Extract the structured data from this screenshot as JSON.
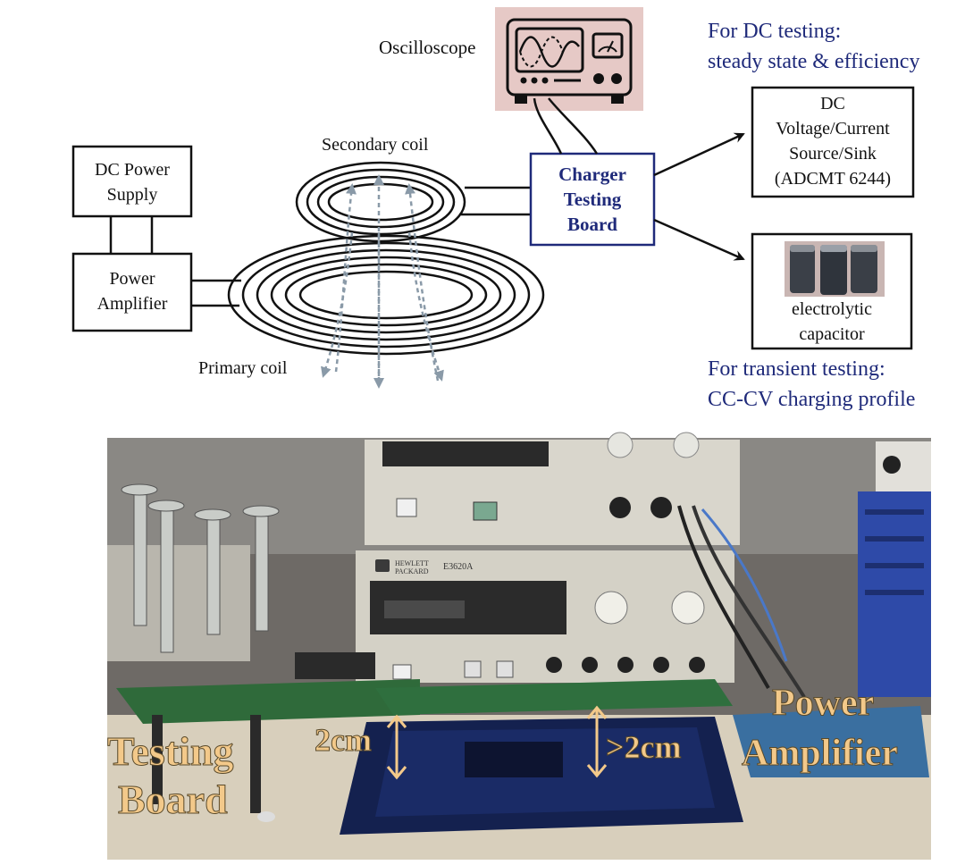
{
  "diagram": {
    "oscilloscope_label": "Oscilloscope",
    "dc_testing_line1": "For DC testing:",
    "dc_testing_line2": "steady state & efficiency",
    "dc_source_lines": [
      "DC",
      "Voltage/Current",
      "Source/Sink",
      "(ADCMT 6244)"
    ],
    "power_supply_lines": [
      "DC Power",
      "Supply"
    ],
    "power_amplifier_lines": [
      "Power",
      "Amplifier"
    ],
    "secondary_coil_label": "Secondary coil",
    "primary_coil_label": "Primary coil",
    "charger_board_lines": [
      "Charger",
      "Testing",
      "Board"
    ],
    "capacitor_lines": [
      "electrolytic",
      "capacitor"
    ],
    "transient_line1": "For transient testing:",
    "transient_line2": "CC-CV charging profile"
  },
  "photo": {
    "testing_board_lines": [
      "Testing",
      "Board"
    ],
    "power_amplifier_lines": [
      "Power",
      "Amplifier"
    ],
    "gap_left": "2cm",
    "gap_right": ">2cm",
    "instrument_brand_lines": [
      "HEWLETT",
      "PACKARD"
    ],
    "instrument_model": "E3620A"
  },
  "colors": {
    "board_blue": "#1f2a7a",
    "arrow_gray": "#8a9aa8",
    "scope_pink": "#e6c9c6",
    "photo_label": "#f3c98a"
  }
}
